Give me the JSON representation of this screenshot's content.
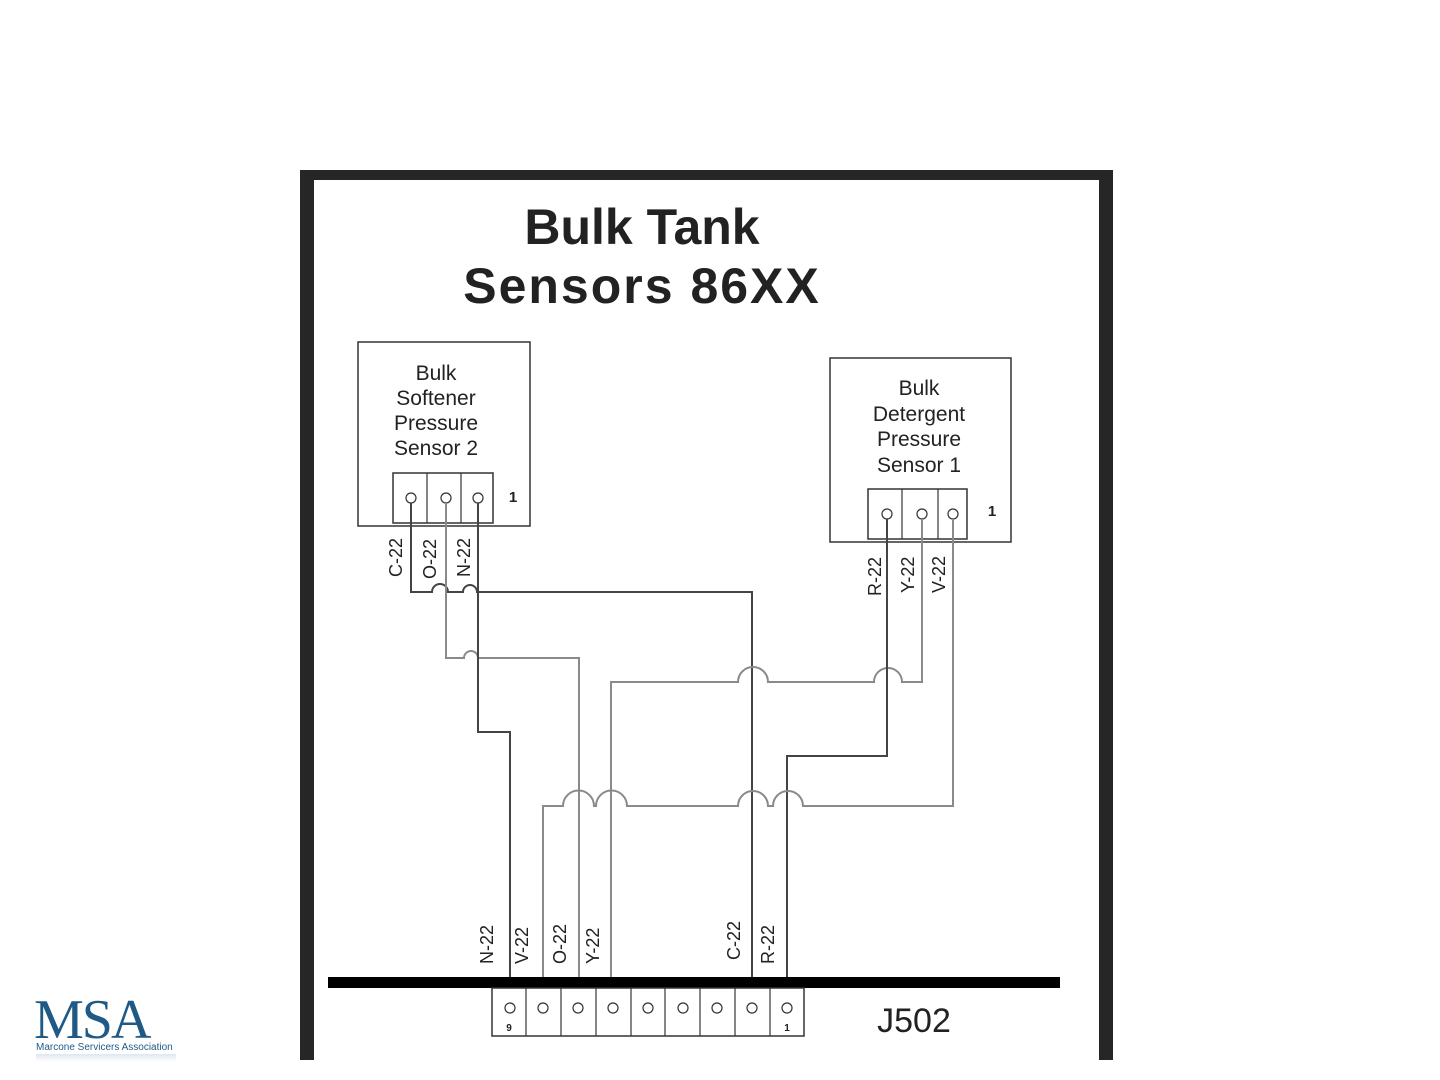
{
  "title": {
    "line1": "Bulk Tank",
    "line2": "Sensors 86XX"
  },
  "sensor_softener": {
    "lines": [
      "Bulk",
      "Softener",
      "Pressure",
      "Sensor 2"
    ],
    "pin_marker": "1",
    "wire_labels": [
      "C-22",
      "O-22",
      "N-22"
    ]
  },
  "sensor_detergent": {
    "lines": [
      "Bulk",
      "Detergent",
      "Pressure",
      "Sensor 1"
    ],
    "pin_marker": "1",
    "wire_labels": [
      "R-22",
      "Y-22",
      "V-22"
    ]
  },
  "connector": {
    "name": "J502",
    "wire_labels": [
      "N-22",
      "V-22",
      "O-22",
      "Y-22",
      "C-22",
      "R-22"
    ],
    "pin_first": "9",
    "pin_last": "1"
  },
  "logo": {
    "letters": "MSA",
    "subtitle": "Marcone Servicers Association"
  }
}
